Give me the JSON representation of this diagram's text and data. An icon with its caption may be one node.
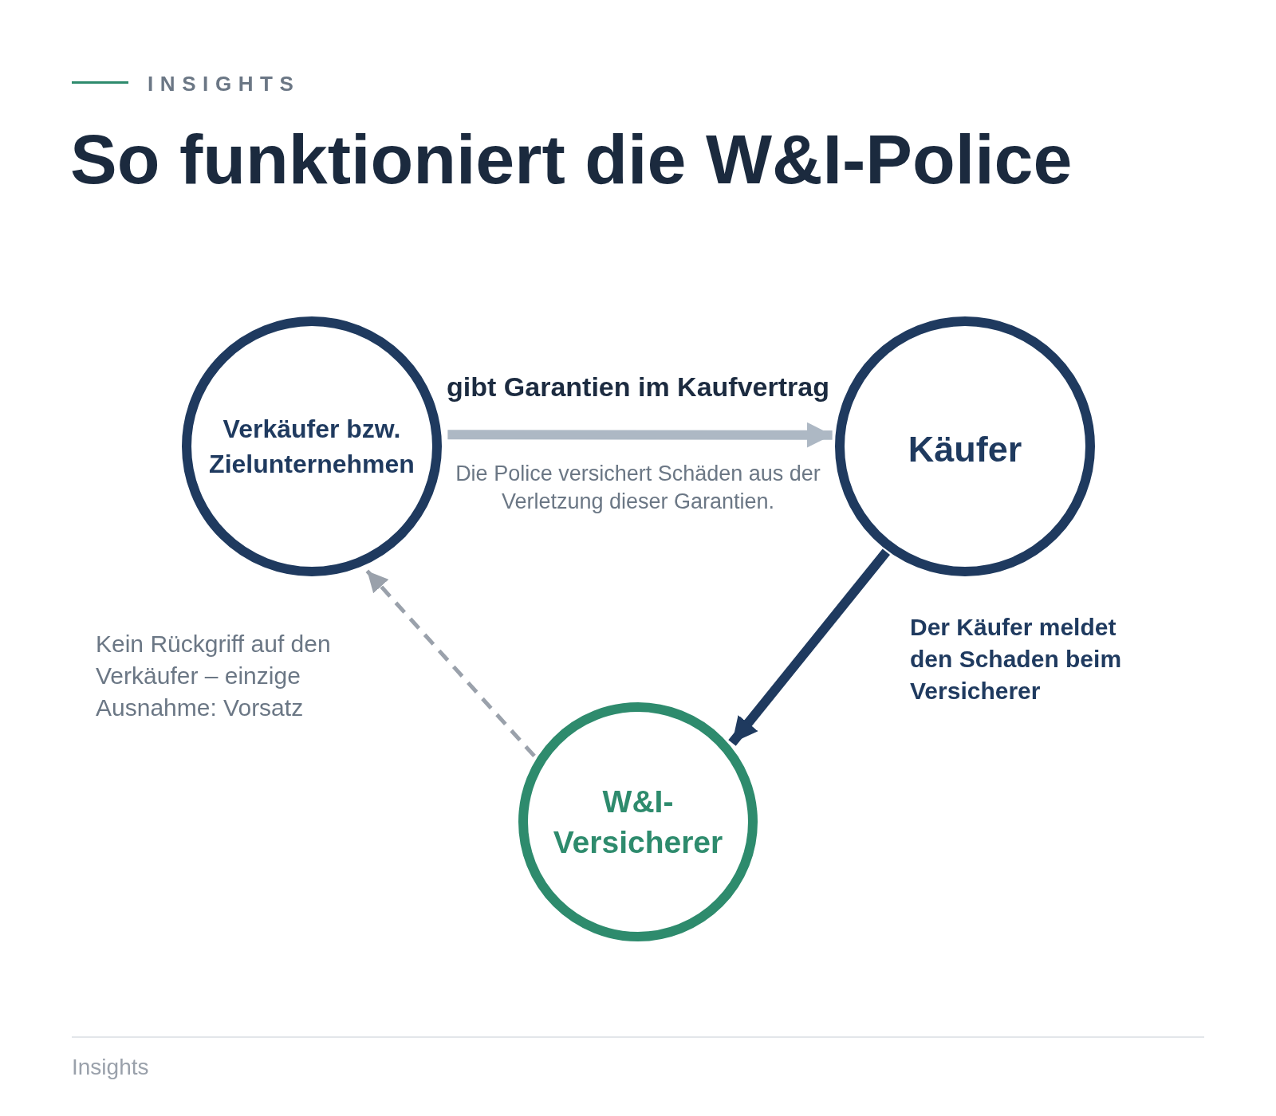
{
  "diagram": {
    "title": "So funktioniert die W&I-Police",
    "nodes": [
      {
        "text": [
          "Verkäufer bzw. Zielunternehmen"
        ]
      },
      {
        "text": [
          "Käufer"
        ]
      },
      {
        "text": [
          "W&I-Versicherer"
        ]
      }
    ],
    "edges": [
      {
        "from": 0,
        "to": 1,
        "arrow": "to",
        "label": "gibt Garantien im Kaufvertrag",
        "color": "#adb8c4"
      },
      {
        "from": 1,
        "to": 2,
        "arrow": "to",
        "label": "Der Käufer meldet den Schaden beim Versicherer",
        "color": "#1f3a5f"
      },
      {
        "from": 2,
        "to": 0,
        "arrow": "to",
        "label": "Kein Rückgriff auf den Verkäufer – einzige Ausnahme: Vorsatz",
        "style": "dashed",
        "color": "#9aa1ab"
      }
    ],
    "labels": [
      "INSIGHTS",
      "Die Police versichert Schäden aus der Verletzung dieser Garantien.",
      "Insights"
    ]
  }
}
